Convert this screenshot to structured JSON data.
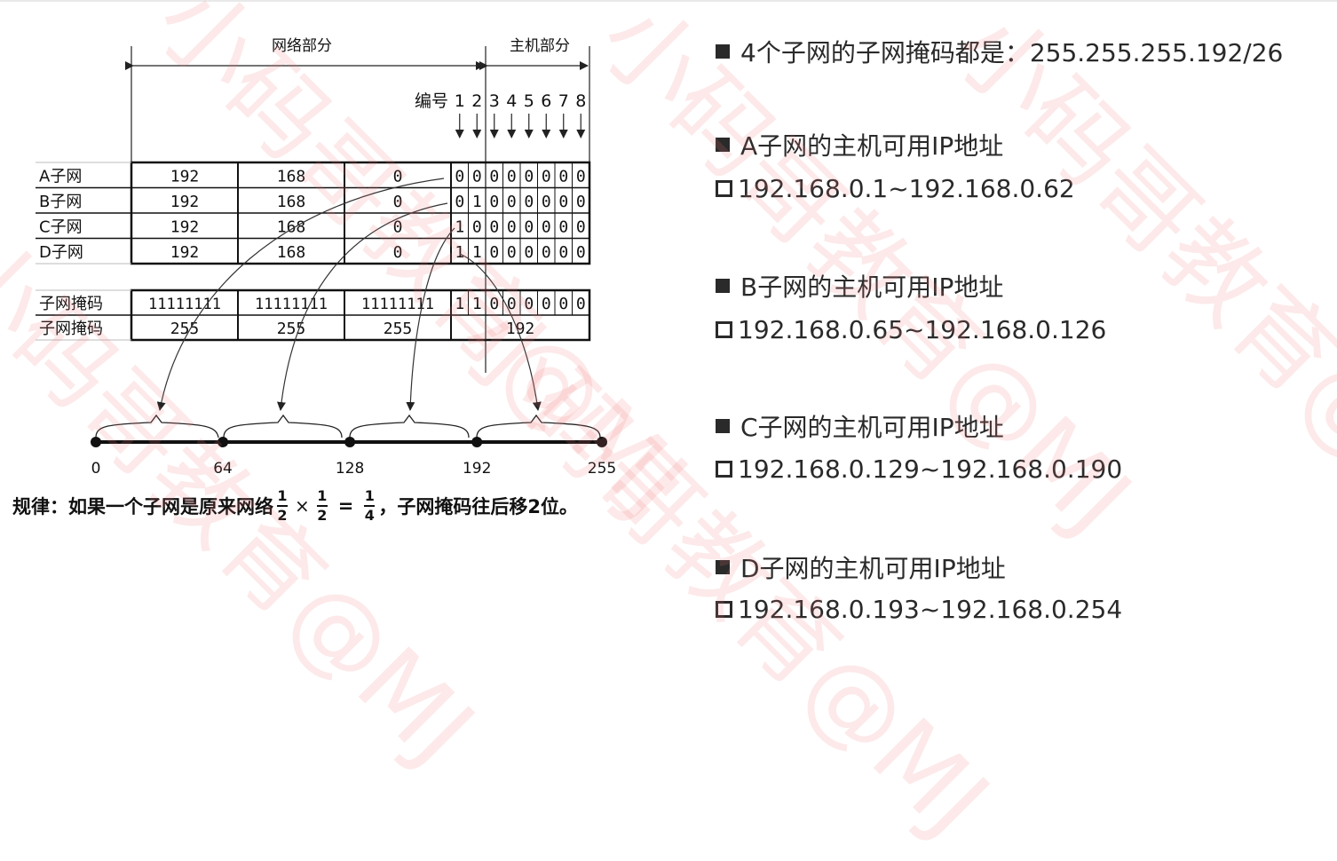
{
  "diagram": {
    "network_part_label": "网络部分",
    "host_part_label": "主机部分",
    "bit_number_label": "编号",
    "bit_numbers": [
      "1",
      "2",
      "3",
      "4",
      "5",
      "6",
      "7",
      "8"
    ],
    "rows": [
      {
        "label": "A子网",
        "octets": [
          "192",
          "168",
          "0"
        ],
        "bits": [
          "0",
          "0",
          "0",
          "0",
          "0",
          "0",
          "0",
          "0"
        ]
      },
      {
        "label": "B子网",
        "octets": [
          "192",
          "168",
          "0"
        ],
        "bits": [
          "0",
          "1",
          "0",
          "0",
          "0",
          "0",
          "0",
          "0"
        ]
      },
      {
        "label": "C子网",
        "octets": [
          "192",
          "168",
          "0"
        ],
        "bits": [
          "1",
          "0",
          "0",
          "0",
          "0",
          "0",
          "0",
          "0"
        ]
      },
      {
        "label": "D子网",
        "octets": [
          "192",
          "168",
          "0"
        ],
        "bits": [
          "1",
          "1",
          "0",
          "0",
          "0",
          "0",
          "0",
          "0"
        ]
      }
    ],
    "mask_binary_row": {
      "label": "子网掩码",
      "octets": [
        "11111111",
        "11111111",
        "11111111"
      ],
      "bits": [
        "1",
        "1",
        "0",
        "0",
        "0",
        "0",
        "0",
        "0"
      ]
    },
    "mask_decimal_row": {
      "label": "子网掩码",
      "octets": [
        "255",
        "255",
        "255",
        "192"
      ]
    },
    "number_line_labels": [
      "0",
      "64",
      "128",
      "192",
      "255"
    ]
  },
  "rule": {
    "prefix": "规律：如果一个子网是原来网络",
    "frac1_num": "1",
    "frac1_den": "2",
    "times": "×",
    "frac2_num": "1",
    "frac2_den": "2",
    "equals": "=",
    "frac3_num": "1",
    "frac3_den": "4",
    "suffix": "，子网掩码往后移2位。"
  },
  "right_panel": {
    "mask_line": "4个子网的子网掩码都是：255.255.255.192/26",
    "subnets": [
      {
        "title": "A子网的主机可用IP地址",
        "range": "192.168.0.1~192.168.0.62"
      },
      {
        "title": "B子网的主机可用IP地址",
        "range": "192.168.0.65~192.168.0.126"
      },
      {
        "title": "C子网的主机可用IP地址",
        "range": "192.168.0.129~192.168.0.190"
      },
      {
        "title": "D子网的主机可用IP地址",
        "range": "192.168.0.193~192.168.0.254"
      }
    ]
  },
  "watermark_text": "小码哥教育@MJ",
  "colors": {
    "watermark": "#f07878",
    "text": "#2a2a2a"
  }
}
